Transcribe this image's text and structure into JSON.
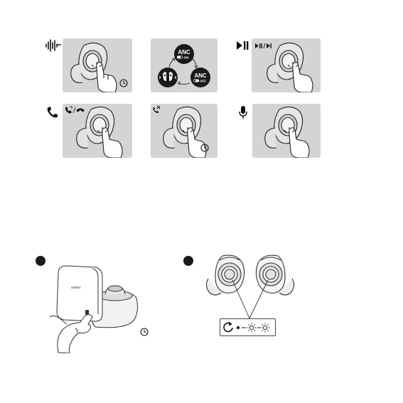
{
  "panels": {
    "row1_col1": {
      "side_icon": "voice-assistant-waveform-icon",
      "hold_indicator": "clock-icon"
    },
    "row1_col2": {
      "anc_on": {
        "title": "ANC",
        "switch_label": "ON"
      },
      "anc_off": {
        "title": "ANC",
        "switch_label": "OFF"
      },
      "transparency_icon": "earbuds-transparency-icon"
    },
    "row1_col3": {
      "side_icon": "play-pause-icon",
      "panel_icon": "play-pause-small-icon",
      "panel_text": "▶II / ▶"
    },
    "row2_col1": {
      "side_icon": "phone-icon",
      "panel_icon": "answer-hangup-icon",
      "panel_text": "/"
    },
    "row2_col2": {
      "side_icon": "reject-call-icon",
      "hold_indicator": "clock-icon"
    },
    "row2_col3": {
      "side_icon": "microphone-icon"
    }
  },
  "bottom": {
    "left": {
      "step": "step-1-dot",
      "case_brand": "anker",
      "hold_indicator": "clock-icon"
    },
    "right": {
      "step": "step-2-dot",
      "reset_sequence": [
        "reset-icon",
        "dot",
        "dash",
        "sun-icon",
        "dash",
        "sun-icon"
      ]
    }
  }
}
